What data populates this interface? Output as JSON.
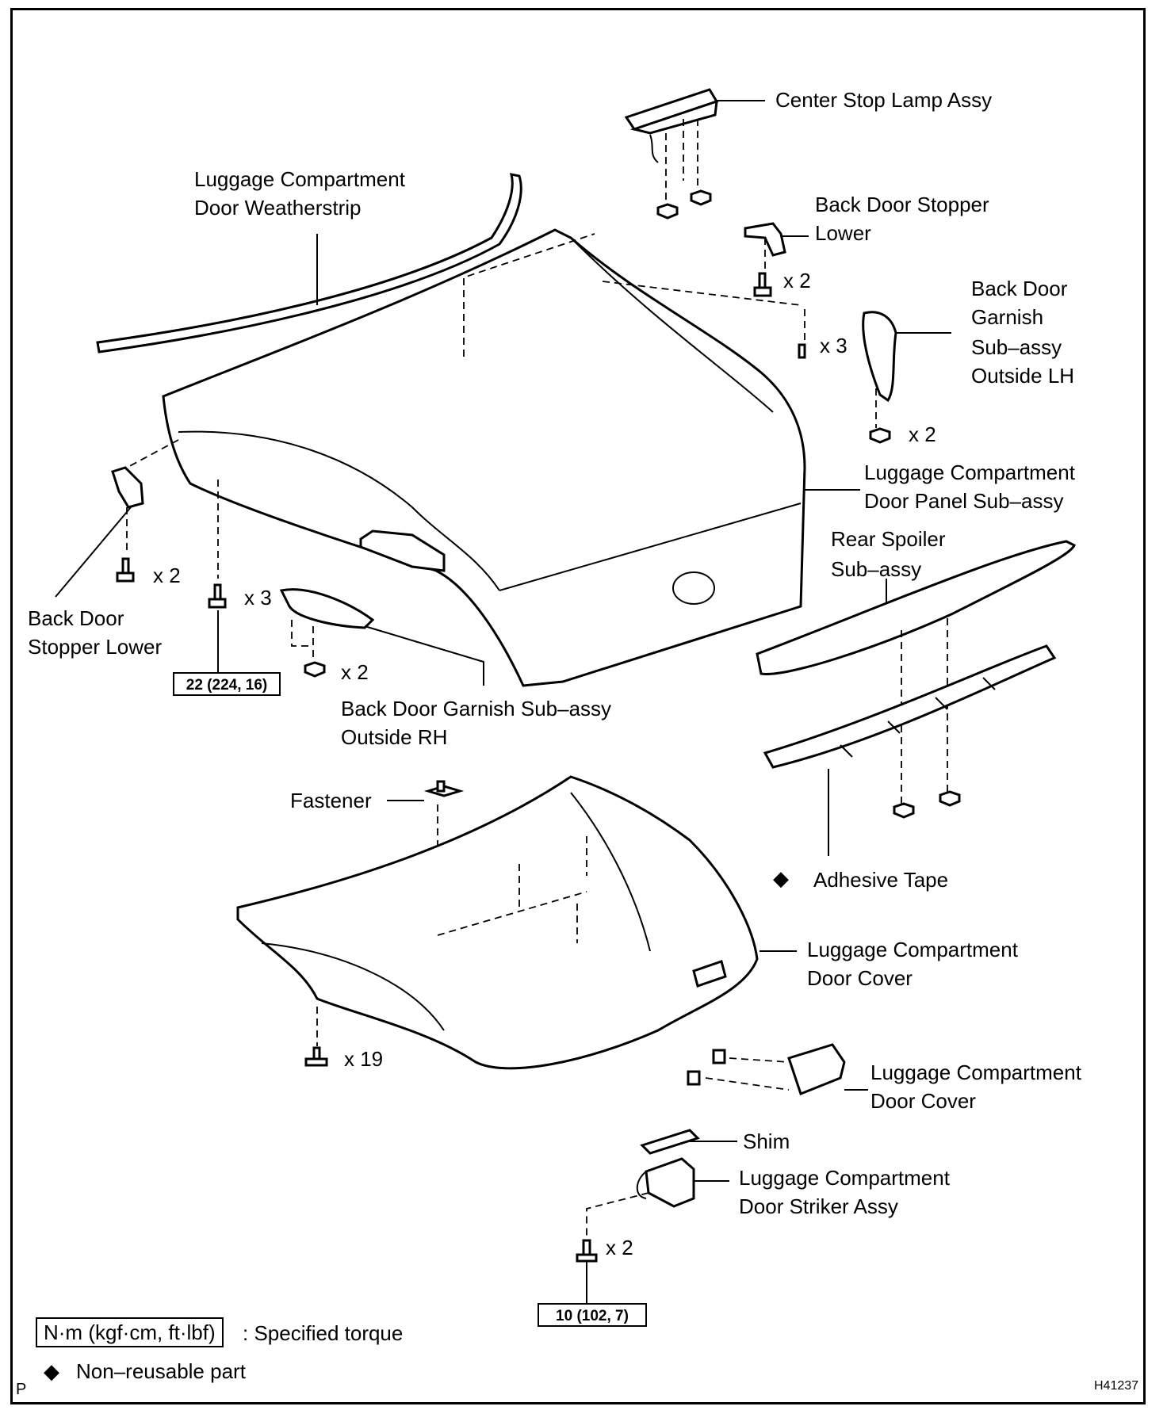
{
  "labels": {
    "center_stop_lamp": "Center Stop Lamp Assy",
    "weatherstrip_1": "Luggage Compartment",
    "weatherstrip_2": "Door Weatherstrip",
    "stopper_lower_r_1": "Back Door Stopper",
    "stopper_lower_r_2": "Lower",
    "garnish_lh_1": "Back Door",
    "garnish_lh_2": "Garnish",
    "garnish_lh_3": "Sub–assy",
    "garnish_lh_4": "Outside LH",
    "door_panel_1": "Luggage Compartment",
    "door_panel_2": "Door Panel Sub–assy",
    "rear_spoiler_1": "Rear Spoiler",
    "rear_spoiler_2": "Sub–assy",
    "stopper_lower_l_1": "Back Door",
    "stopper_lower_l_2": "Stopper Lower",
    "garnish_rh_1": "Back Door Garnish Sub–assy",
    "garnish_rh_2": "Outside RH",
    "fastener": "Fastener",
    "adhesive_tape": "Adhesive Tape",
    "door_cover_1": "Luggage Compartment",
    "door_cover_2": "Door Cover",
    "door_cover_b_1": "Luggage Compartment",
    "door_cover_b_2": "Door Cover",
    "shim": "Shim",
    "striker_1": "Luggage Compartment",
    "striker_2": "Door Striker Assy"
  },
  "quantities": {
    "stopper_r_bolts": "x 2",
    "garnish_lh_screws": "x 3",
    "garnish_lh_nuts": "x 2",
    "stopper_l_bolts": "x 2",
    "panel_bolts": "x 3",
    "garnish_rh_nuts": "x 2",
    "cover_clips": "x 19",
    "striker_bolts": "x 2"
  },
  "torques": {
    "panel_bolt": "22 (224, 16)",
    "striker_bolt": "10 (102, 7)"
  },
  "legend": {
    "torque_unit": "N·m (kgf·cm, ft·lbf)",
    "torque_text": ": Specified torque",
    "non_reusable_symbol": "◆",
    "non_reusable_text": "Non–reusable part"
  },
  "corner": {
    "page_marker": "P",
    "figure_code": "H41237"
  }
}
